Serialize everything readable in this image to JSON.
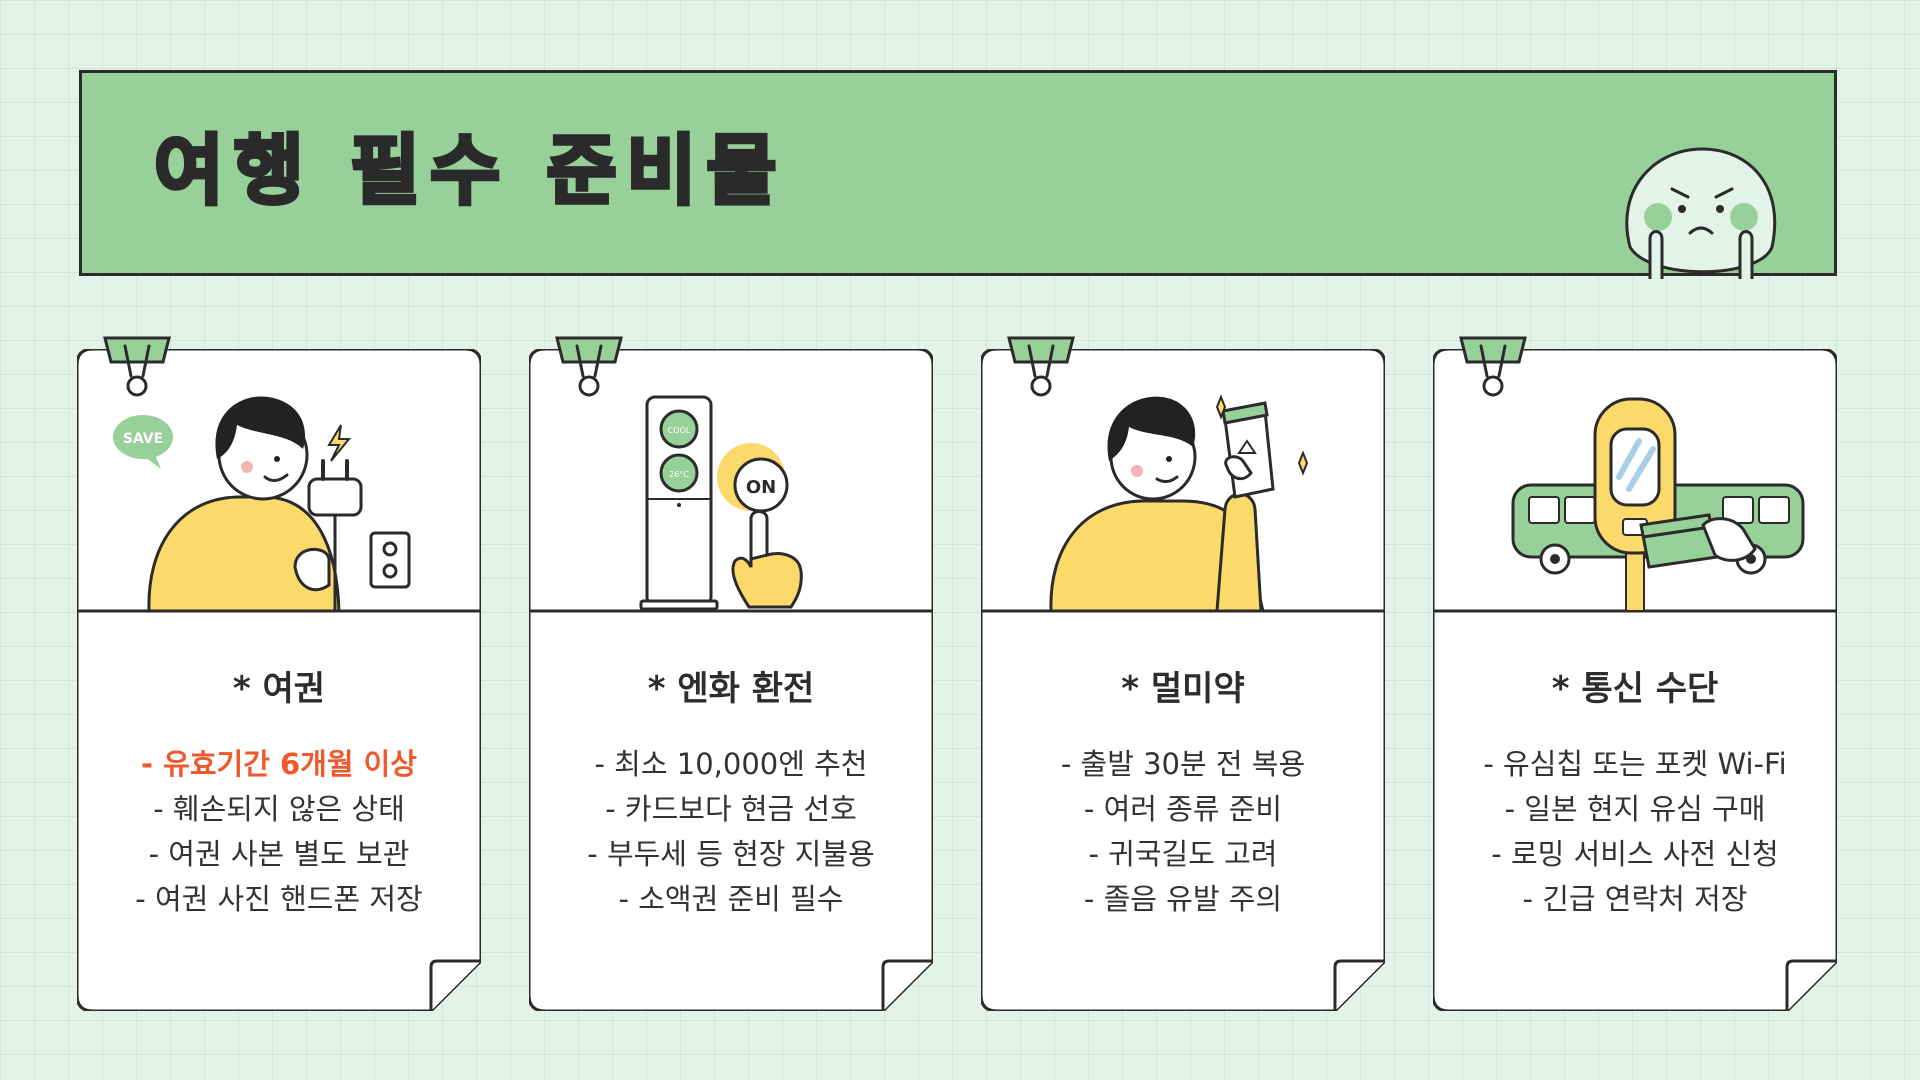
{
  "title": "여행 필수 준비물",
  "colors": {
    "banner": "#98d09a",
    "background": "#e3f3ea",
    "highlight": "#ee5a2d",
    "yellow": "#fbd96a",
    "green": "#98d09a"
  },
  "cards": [
    {
      "title": "* 여권",
      "items": [
        "- 유효기간 6개월 이상",
        "- 훼손되지 않은 상태",
        "- 여권 사본 별도 보관",
        "- 여권 사진 핸드폰 저장"
      ],
      "badge": "SAVE"
    },
    {
      "title": "* 엔화 환전",
      "items": [
        "- 최소 10,000엔 추천",
        "- 카드보다 현금 선호",
        "- 부두세 등 현장 지불용",
        "- 소액권 준비 필수"
      ],
      "badge": "ON",
      "panel_labels": [
        "COOL",
        "26°C"
      ]
    },
    {
      "title": "* 멀미약",
      "items": [
        "- 출발 30분 전 복용",
        "- 여러 종류 준비",
        "- 귀국길도 고려",
        "- 졸음 유발 주의"
      ]
    },
    {
      "title": "* 통신 수단",
      "items": [
        "- 유심칩 또는 포켓 Wi-Fi",
        "- 일본 현지 유심 구매",
        "- 로밍 서비스 사전 신청",
        "- 긴급 연락처 저장"
      ]
    }
  ]
}
